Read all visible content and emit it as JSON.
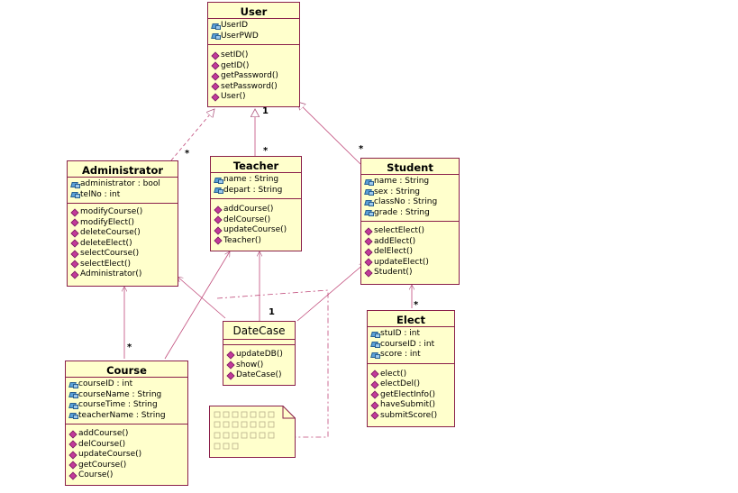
{
  "classes": {
    "user": {
      "name": "User",
      "attributes": [
        "UserID",
        "UserPWD"
      ],
      "operations": [
        "setID()",
        "getID()",
        "getPassword()",
        "setPassword()",
        "User()"
      ]
    },
    "administrator": {
      "name": "Administrator",
      "attributes": [
        "administrator : bool",
        "telNo : int"
      ],
      "operations": [
        "modifyCourse()",
        "modifyElect()",
        "deleteCourse()",
        "deleteElect()",
        "selectCourse()",
        "selectElect()",
        "Administrator()"
      ]
    },
    "teacher": {
      "name": "Teacher",
      "attributes": [
        "name : String",
        "depart : String"
      ],
      "operations": [
        "addCourse()",
        "delCourse()",
        "updateCourse()",
        "Teacher()"
      ]
    },
    "student": {
      "name": "Student",
      "attributes": [
        "name : String",
        "sex : String",
        "classNo : String",
        "grade : String"
      ],
      "operations": [
        "selectElect()",
        "addElect()",
        "delElect()",
        "updateElect()",
        "Student()"
      ]
    },
    "datecase": {
      "name": "DateCase",
      "attributes": [],
      "operations": [
        "updateDB()",
        "show()",
        "DateCase()"
      ]
    },
    "elect": {
      "name": "Elect",
      "attributes": [
        "stuID : int",
        "courseID : int",
        "score : int"
      ],
      "operations": [
        "elect()",
        "electDel()",
        "getElectInfo()",
        "haveSubmit()",
        "submitScore()"
      ]
    },
    "course": {
      "name": "Course",
      "attributes": [
        "courseID : int",
        "courseName : String",
        "courseTime : String",
        "teacherName : String"
      ],
      "operations": [
        "addCourse()",
        "delCourse()",
        "updateCourse()",
        "getCourse()",
        "Course()"
      ]
    }
  },
  "multiplicities": {
    "user_teacher_one": "1",
    "admin_star": "*",
    "teacher_star": "*",
    "student_star": "*",
    "datecase_one": "1",
    "elect_star": "*",
    "course_star": "*"
  },
  "colors": {
    "line": "#c04a7a",
    "border": "#8a1f4a",
    "fill": "#ffffcc"
  }
}
